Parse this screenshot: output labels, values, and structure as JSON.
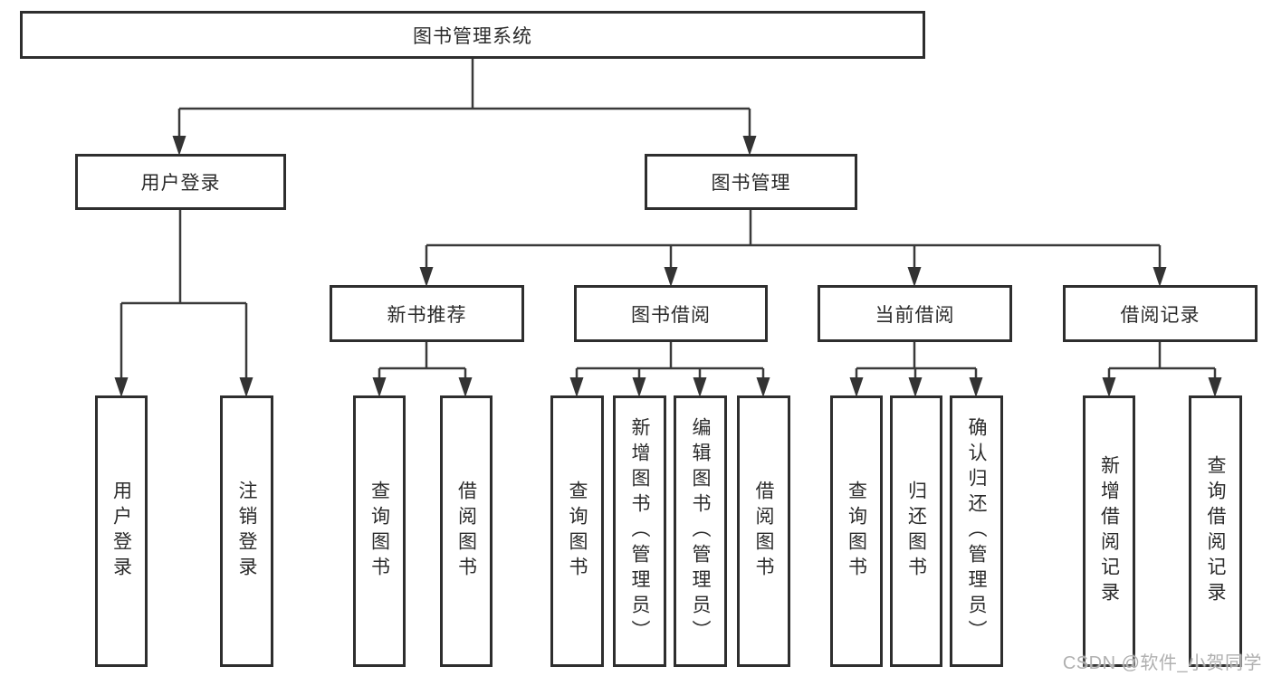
{
  "diagram_title": "图书管理系统",
  "tree": {
    "label": "图书管理系统",
    "children": [
      {
        "label": "用户登录",
        "children": [
          {
            "label": "用户登录"
          },
          {
            "label": "注销登录"
          }
        ]
      },
      {
        "label": "图书管理",
        "children": [
          {
            "label": "新书推荐",
            "children": [
              {
                "label": "查询图书"
              },
              {
                "label": "借阅图书"
              }
            ]
          },
          {
            "label": "图书借阅",
            "children": [
              {
                "label": "查询图书"
              },
              {
                "label": "新增图书（管理员）"
              },
              {
                "label": "编辑图书（管理员）"
              },
              {
                "label": "借阅图书"
              }
            ]
          },
          {
            "label": "当前借阅",
            "children": [
              {
                "label": "查询图书"
              },
              {
                "label": "归还图书"
              },
              {
                "label": "确认归还（管理员）"
              }
            ]
          },
          {
            "label": "借阅记录",
            "children": [
              {
                "label": "新增借阅记录"
              },
              {
                "label": "查询借阅记录"
              }
            ]
          }
        ]
      }
    ]
  },
  "watermark": {
    "text": "CSDN @软件_小贺同学"
  },
  "colors": {
    "box_border": "#2e2e2e",
    "connector_line": "#3a3a3a",
    "text": "#2b2b2b",
    "watermark": "#b0b0b0",
    "background": "#ffffff"
  }
}
